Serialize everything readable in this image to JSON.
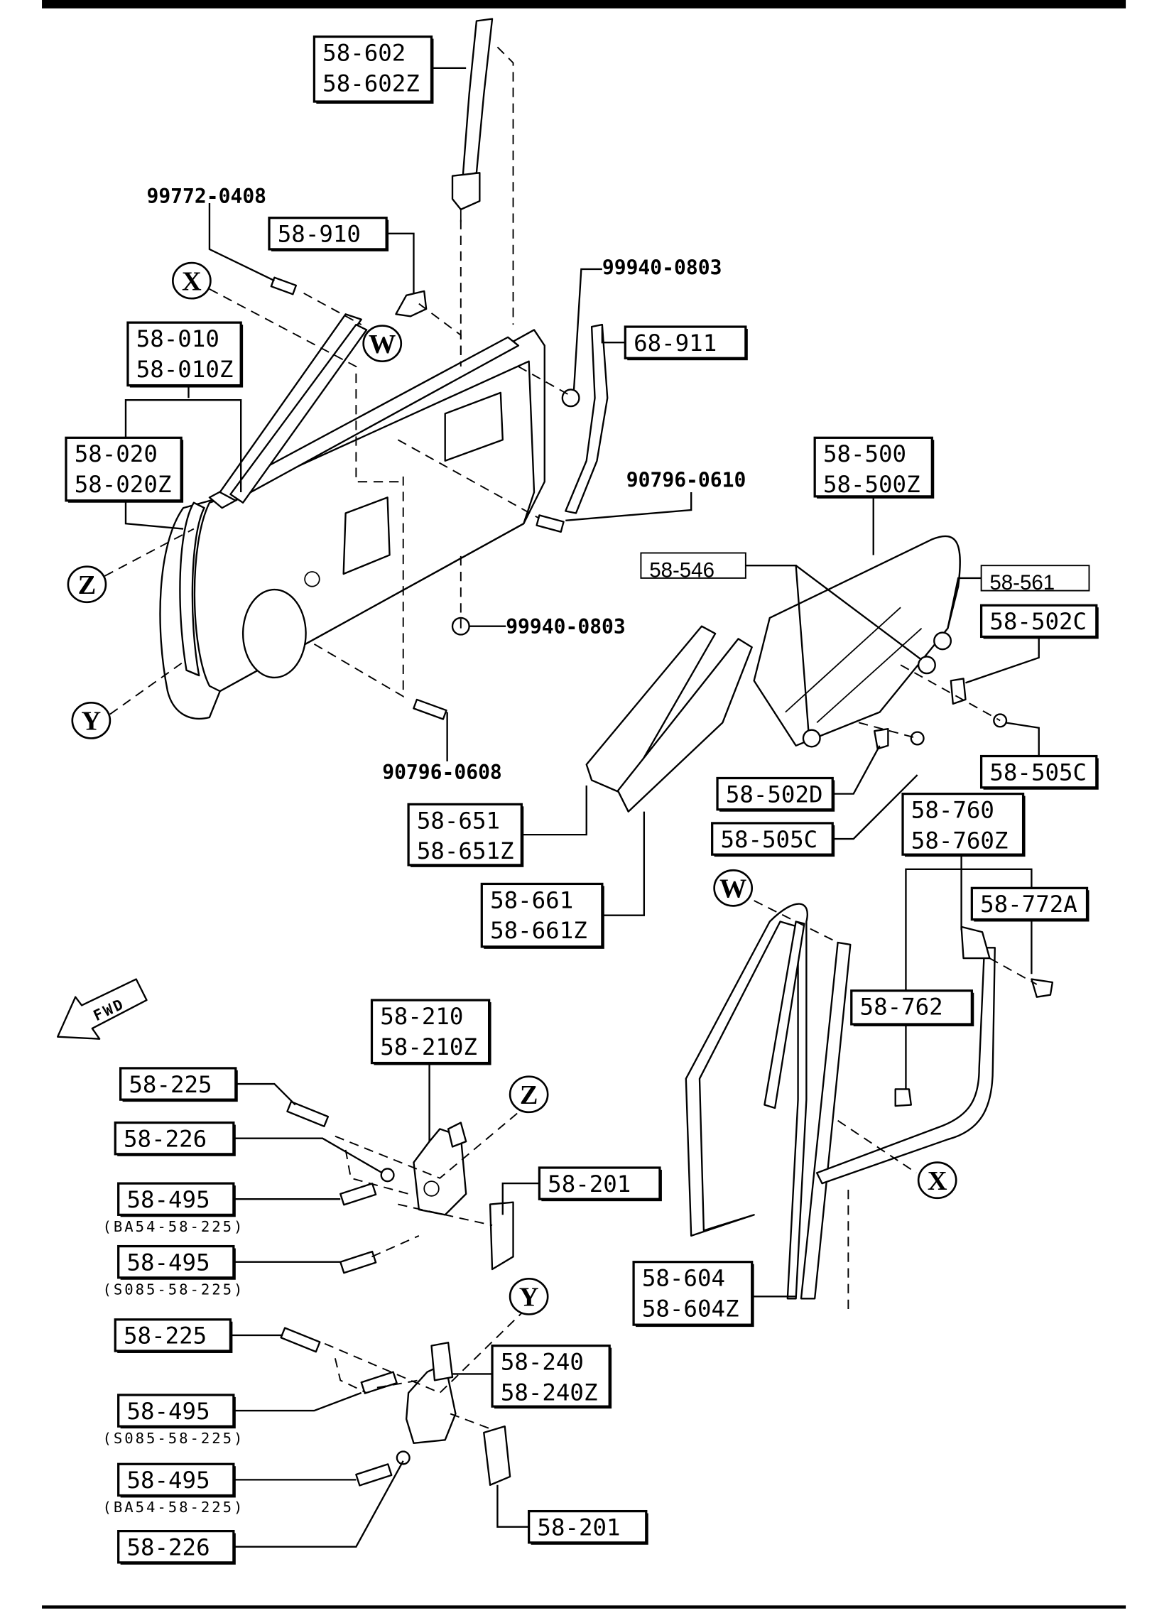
{
  "diagram": {
    "callouts": [
      {
        "lines": [
          "58-602",
          "58-602Z"
        ]
      },
      {
        "lines": [
          "58-910"
        ]
      },
      {
        "lines": [
          "58-010",
          "58-010Z"
        ]
      },
      {
        "lines": [
          "58-020",
          "58-020Z"
        ]
      },
      {
        "lines": [
          "68-911"
        ]
      },
      {
        "lines": [
          "58-500",
          "58-500Z"
        ]
      },
      {
        "lines": [
          "58-546"
        ]
      },
      {
        "lines": [
          "58-561"
        ]
      },
      {
        "lines": [
          "58-502C"
        ]
      },
      {
        "lines": [
          "58-505C"
        ]
      },
      {
        "lines": [
          "58-502D"
        ]
      },
      {
        "lines": [
          "58-505C"
        ]
      },
      {
        "lines": [
          "58-760",
          "58-760Z"
        ]
      },
      {
        "lines": [
          "58-772A"
        ]
      },
      {
        "lines": [
          "58-651",
          "58-651Z"
        ]
      },
      {
        "lines": [
          "58-661",
          "58-661Z"
        ]
      },
      {
        "lines": [
          "58-762"
        ]
      },
      {
        "lines": [
          "58-604",
          "58-604Z"
        ]
      },
      {
        "lines": [
          "58-210",
          "58-210Z"
        ]
      },
      {
        "lines": [
          "58-225"
        ]
      },
      {
        "lines": [
          "58-226"
        ]
      },
      {
        "lines": [
          "58-495"
        ]
      },
      {
        "lines": [
          "58-495"
        ]
      },
      {
        "lines": [
          "58-201"
        ]
      },
      {
        "lines": [
          "58-225"
        ]
      },
      {
        "lines": [
          "58-240",
          "58-240Z"
        ]
      },
      {
        "lines": [
          "58-495"
        ]
      },
      {
        "lines": [
          "58-495"
        ]
      },
      {
        "lines": [
          "58-226"
        ]
      },
      {
        "lines": [
          "58-201"
        ]
      }
    ],
    "plain_labels": [
      "99772-0408",
      "99940-0803",
      "90796-0610",
      "99940-0803",
      "90796-0608"
    ],
    "sub_labels": [
      "(BA54-58-225)",
      "(S085-58-225)",
      "(S085-58-225)",
      "(BA54-58-225)"
    ],
    "reference_circles": [
      "X",
      "W",
      "Z",
      "Y",
      "W",
      "X",
      "Z",
      "Y"
    ],
    "fwd_label": "FWD"
  }
}
